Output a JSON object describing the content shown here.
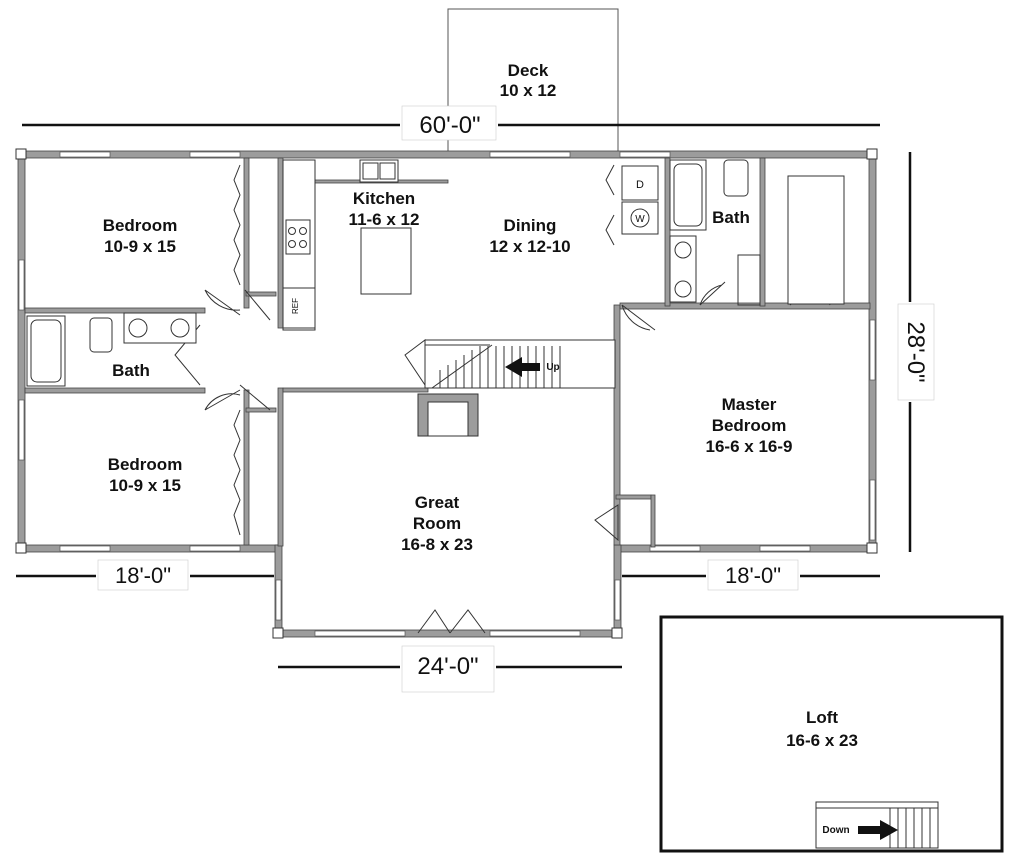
{
  "rooms": {
    "deck": {
      "name": "Deck",
      "size": "10 x 12"
    },
    "kitchen": {
      "name": "Kitchen",
      "size": "11-6 x 12"
    },
    "dining": {
      "name": "Dining",
      "size": "12 x 12-10"
    },
    "bath_right": {
      "name": "Bath"
    },
    "bedroom_top": {
      "name": "Bedroom",
      "size": "10-9 x 15"
    },
    "bath_left": {
      "name": "Bath"
    },
    "bedroom_bottom": {
      "name": "Bedroom",
      "size": "10-9 x 15"
    },
    "great_room": {
      "name_line1": "Great",
      "name_line2": "Room",
      "size": "16-8 x 23"
    },
    "master": {
      "name_line1": "Master",
      "name_line2": "Bedroom",
      "size": "16-6 x 16-9"
    },
    "loft": {
      "name": "Loft",
      "size": "16-6 x 23"
    }
  },
  "dimensions": {
    "overall_width": "60'-0\"",
    "overall_depth": "28'-0\"",
    "left_wing": "18'-0\"",
    "right_wing": "18'-0\"",
    "center": "24'-0\""
  },
  "labels": {
    "stairs_up": "Up",
    "stairs_down": "Down",
    "fridge": "REF",
    "dryer": "D",
    "washer": "W"
  }
}
